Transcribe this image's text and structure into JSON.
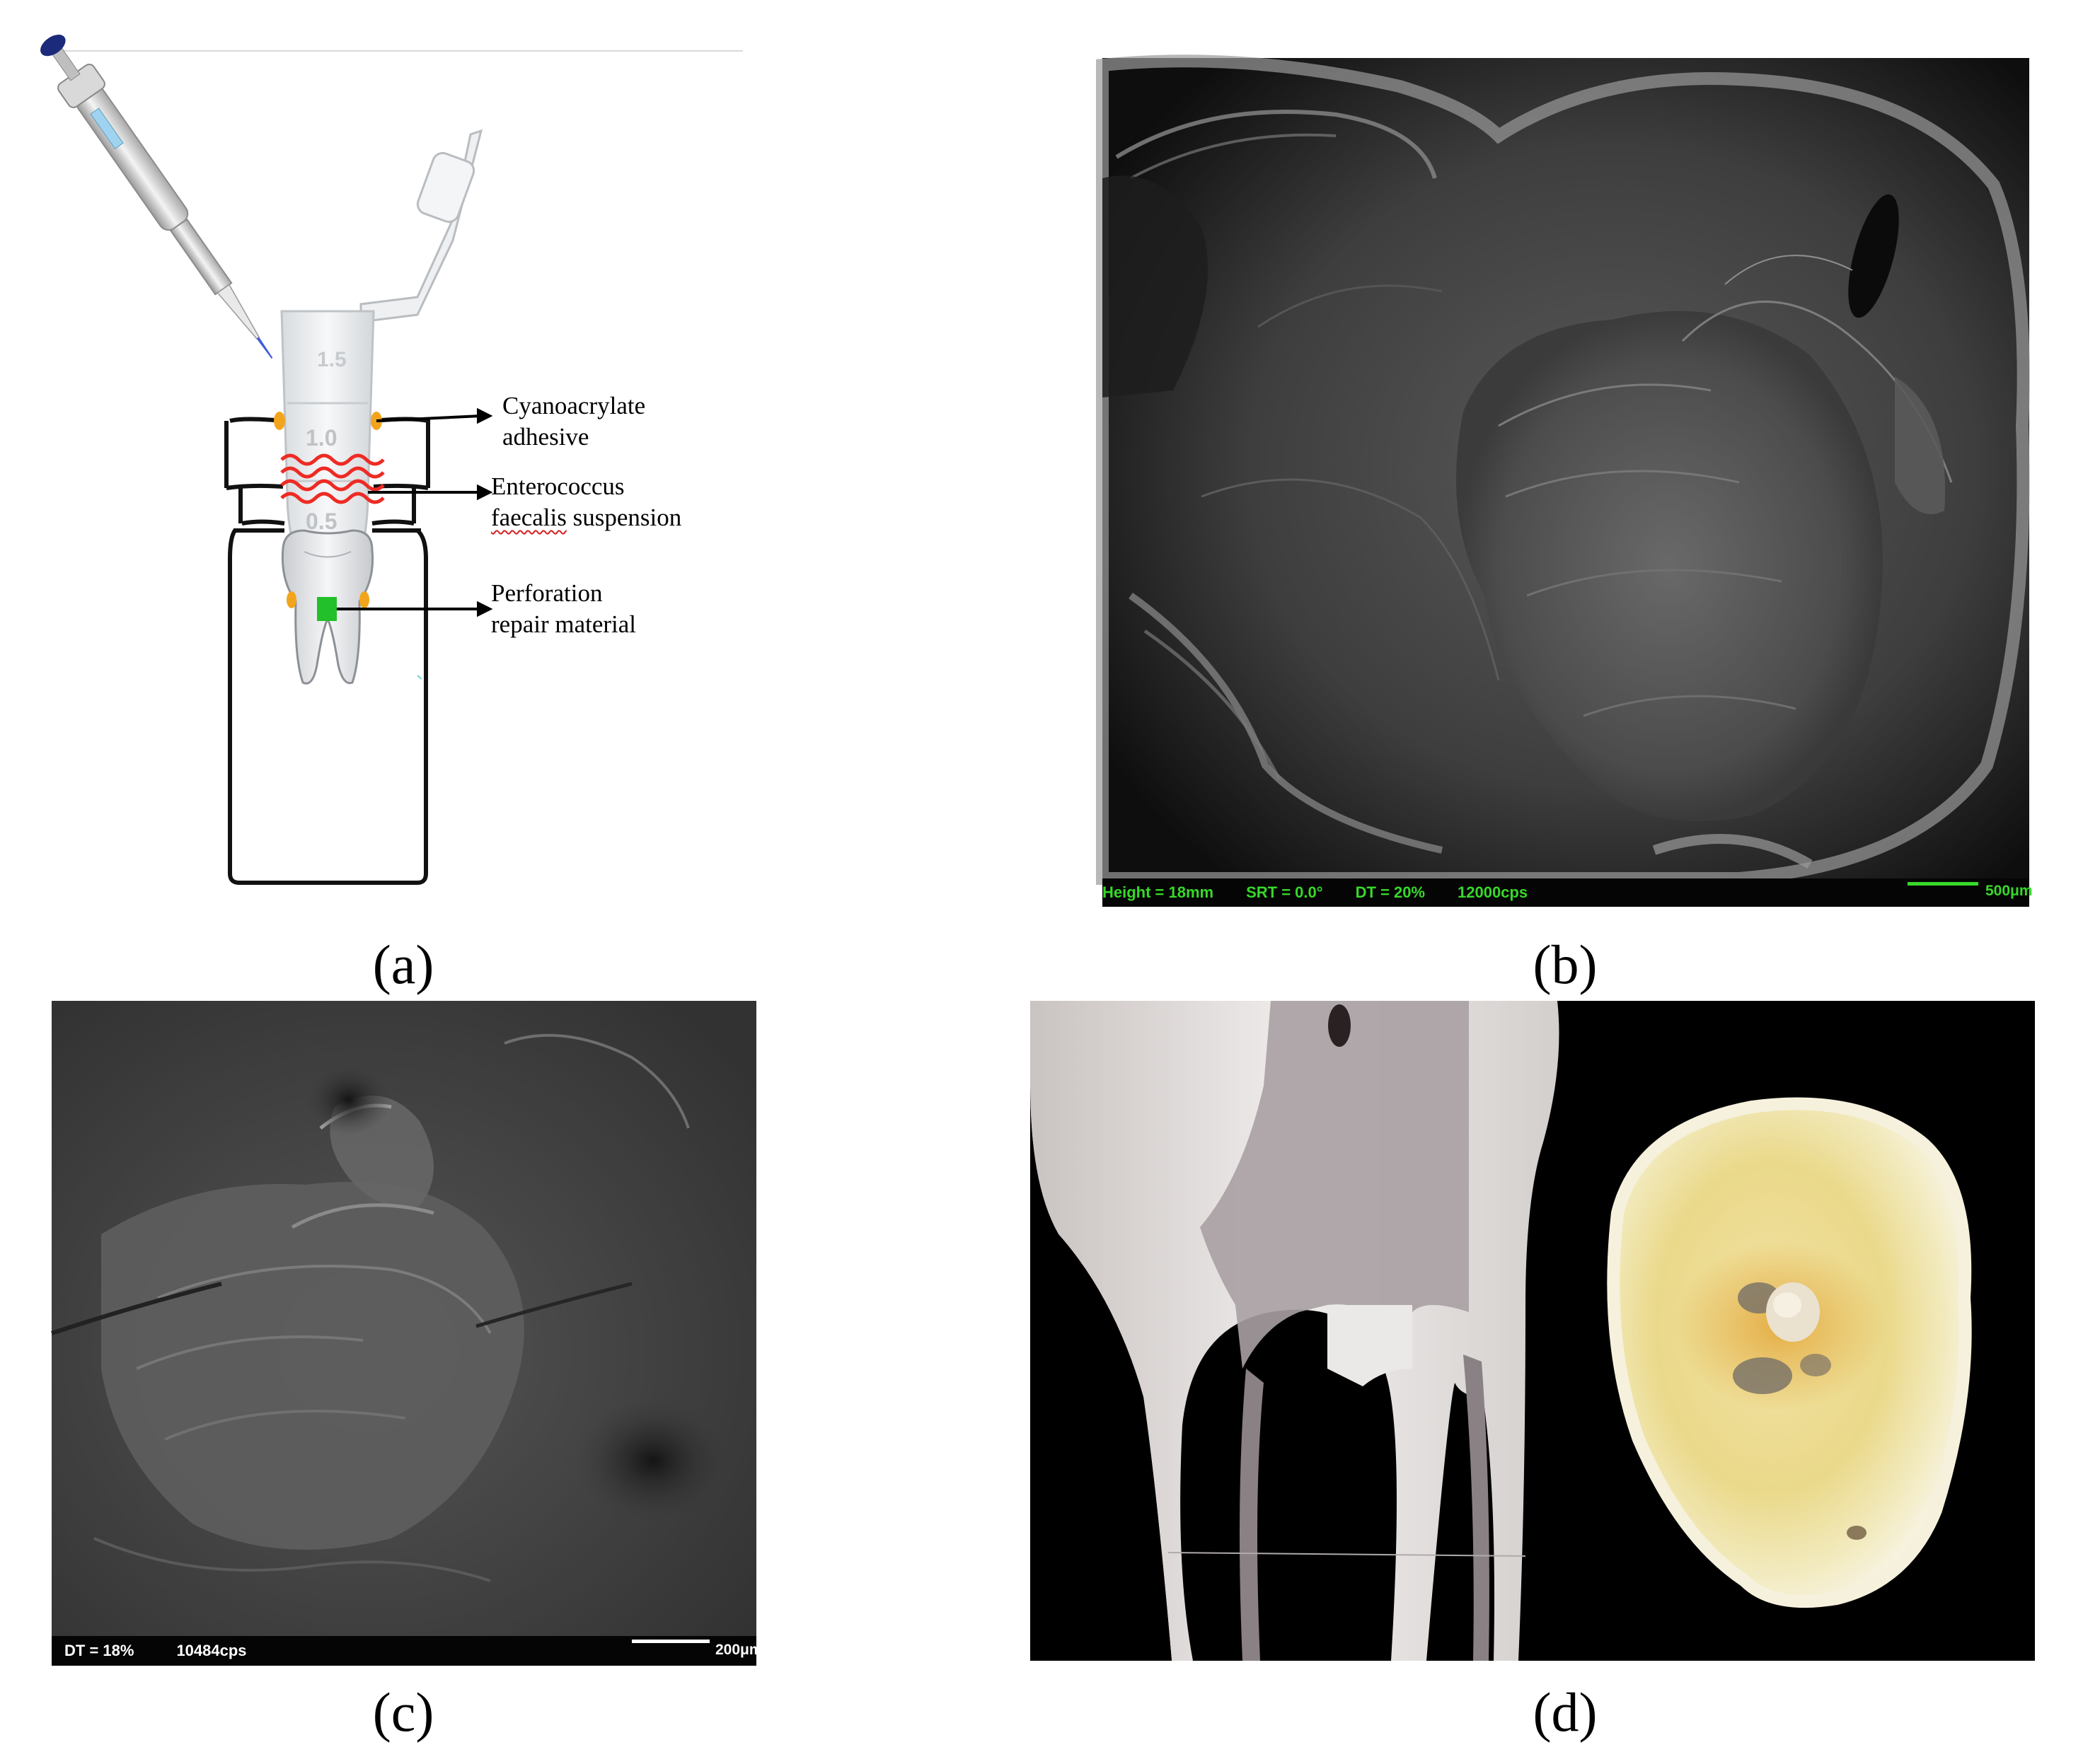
{
  "panels": {
    "a": {
      "label_open": "(",
      "label_letter": "a",
      "label_close": ")",
      "diagram": {
        "tube_marks": [
          "1.5",
          "1.0",
          "0.5"
        ],
        "callouts": [
          {
            "line1": "Cyanoacrylate",
            "line2": "adhesive"
          },
          {
            "line1": "Enterococcus",
            "line2_underlined": "faecalis",
            "line2_rest": " suspension"
          },
          {
            "line1": "Perforation",
            "line2": "repair material"
          }
        ],
        "colors": {
          "adhesive": "#f2a51c",
          "suspension": "#ee2b24",
          "repair": "#22c02b",
          "pipette_tip": "#3b5bd9"
        }
      }
    },
    "b": {
      "label_open": "(",
      "label_letter": "b",
      "label_close": ")",
      "sem_info": {
        "height": "Height = 18mm",
        "srt": "SRT = 0.0°",
        "dt": "DT = 20%",
        "cps": "12000cps",
        "scale": "500μm"
      },
      "info_color": "#37d82a"
    },
    "c": {
      "label_open": "(",
      "label_letter": "c",
      "label_close": ")",
      "sem_info": {
        "dt": "DT = 18%",
        "cps": "10484cps",
        "scale": "200μm"
      },
      "info_color": "#ffffff"
    },
    "d": {
      "label_open": "(",
      "label_letter": "d",
      "label_close": ")"
    }
  }
}
